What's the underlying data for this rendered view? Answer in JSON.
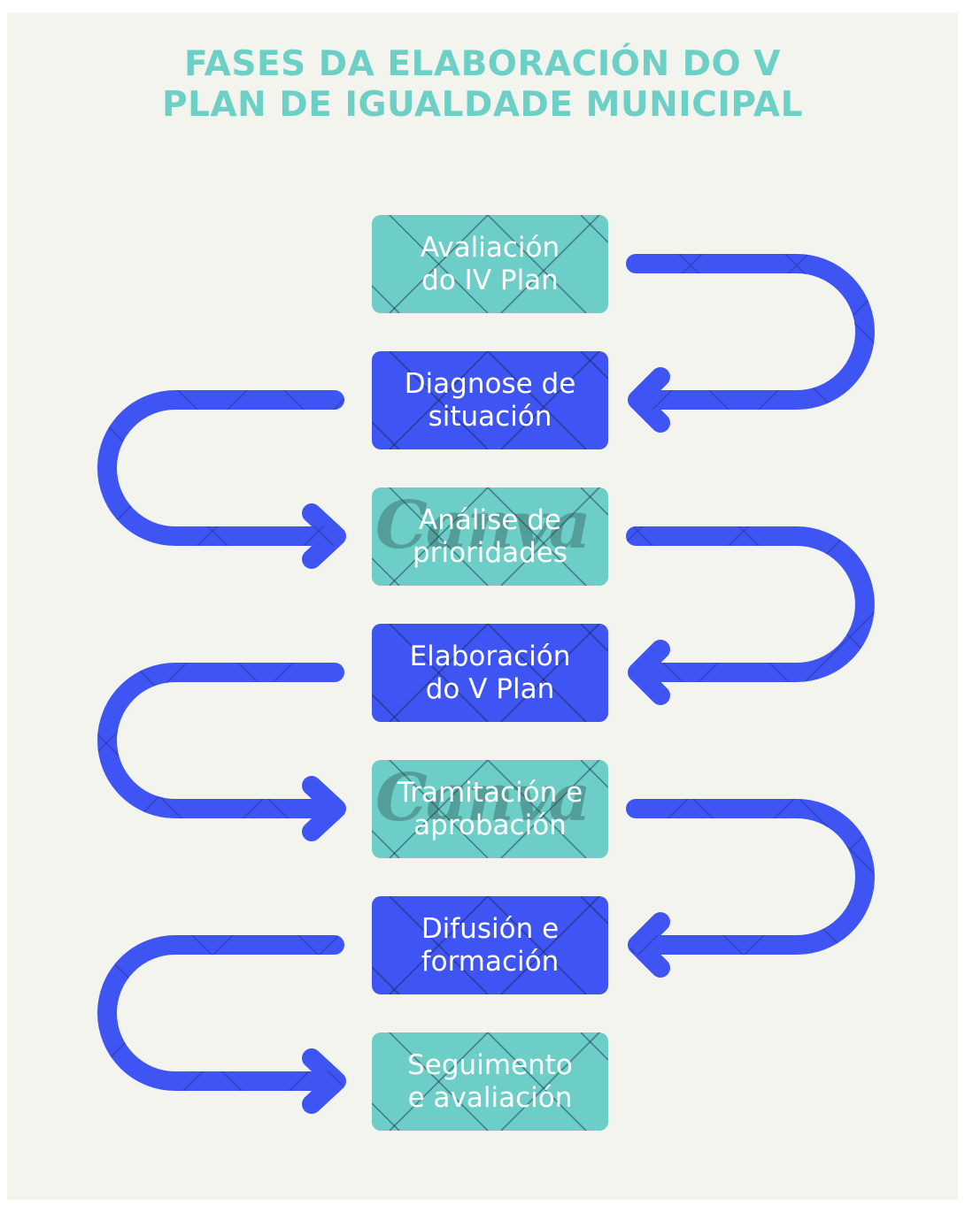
{
  "title": {
    "line1": "FASES DA ELABORACIÓN DO V",
    "line2": "PLAN DE IGUALDADE MUNICIPAL"
  },
  "colors": {
    "title": "#6dd0c6",
    "teal": "#6ccec7",
    "blue": "#3f55f3",
    "background": "#f4f4ef"
  },
  "steps": [
    {
      "line1": "Avaliación",
      "line2": "do IV Plan",
      "color": "teal"
    },
    {
      "line1": "Diagnose de",
      "line2": "situación",
      "color": "blue"
    },
    {
      "line1": "Análise de",
      "line2": "prioridades",
      "color": "teal"
    },
    {
      "line1": "Elaboración",
      "line2": "do V Plan",
      "color": "blue"
    },
    {
      "line1": "Tramitación e",
      "line2": "aprobación",
      "color": "teal"
    },
    {
      "line1": "Difusión e",
      "line2": "formación",
      "color": "blue"
    },
    {
      "line1": "Seguimento",
      "line2": "e avaliación",
      "color": "teal"
    }
  ]
}
